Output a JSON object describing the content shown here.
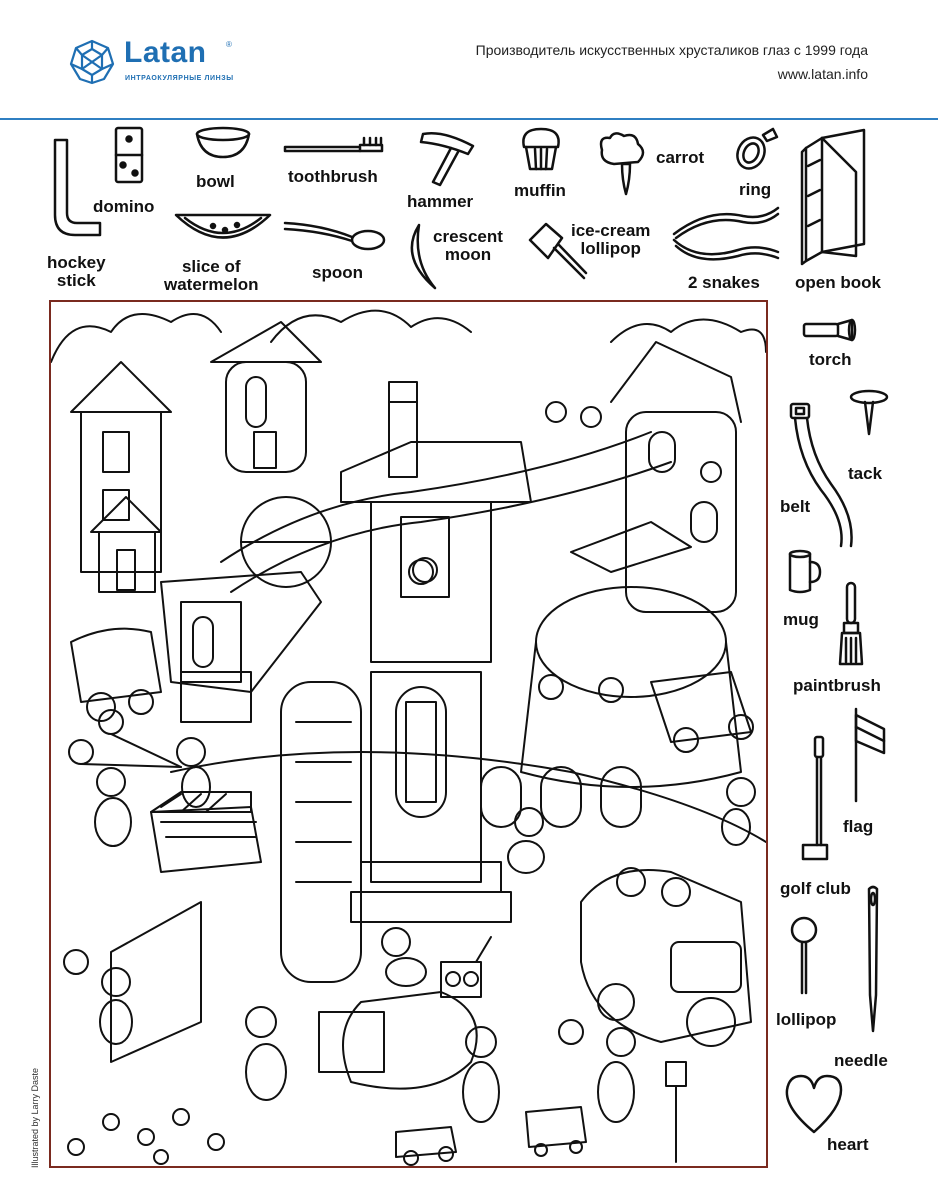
{
  "header": {
    "brand_name": "Latan",
    "brand_registered": "®",
    "brand_subtitle": "ИНТРАОКУЛЯРНЫЕ ЛИНЗЫ",
    "tagline": "Производитель искусственных хрусталиков глаз с 1999 года",
    "website": "www.latan.info",
    "brand_color": "#1f6fb3",
    "rule_color": "#2f7fc2"
  },
  "top_items": {
    "hockey_stick": "hockey\nstick",
    "domino": "domino",
    "bowl": "bowl",
    "watermelon": "slice of\nwatermelon",
    "toothbrush": "toothbrush",
    "spoon": "spoon",
    "hammer": "hammer",
    "crescent_moon": "crescent\nmoon",
    "muffin": "muffin",
    "ice_cream": "ice-cream\nlollipop",
    "carrot": "carrot",
    "ring": "ring",
    "snakes": "2 snakes",
    "open_book": "open book"
  },
  "side_items": {
    "torch": "torch",
    "tack": "tack",
    "belt": "belt",
    "mug": "mug",
    "paintbrush": "paintbrush",
    "flag": "flag",
    "golf_club": "golf club",
    "lollipop": "lollipop",
    "needle": "needle",
    "heart": "heart"
  },
  "scene": {
    "frame_color": "#7a2a1f",
    "credit": "Illustrated by Larry Daste"
  }
}
